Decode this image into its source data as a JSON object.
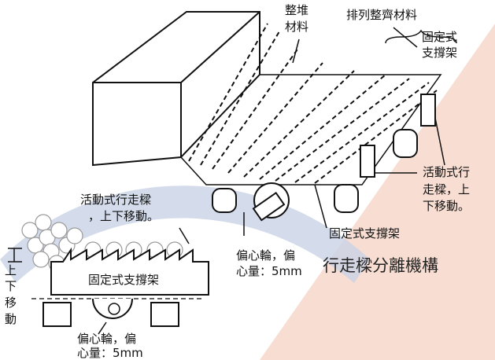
{
  "labels": {
    "bulk_material": [
      "整堆",
      "材料"
    ],
    "aligned_material": "排列整齊材料",
    "fixed_support_top": [
      "固定式",
      "支撐架"
    ],
    "movable_beam_right": [
      "活動式行",
      "走樑，上",
      "下移動。"
    ],
    "fixed_support_mid": "固定式支撐架",
    "title": "行走樑分離機構",
    "eccentric_mid": [
      "偏心輪，偏",
      "心量：5mm"
    ],
    "movable_beam_left": [
      "活動式行走樑",
      "，上下移動。"
    ],
    "fixed_support_box": "固定式支撐架",
    "up_down": [
      "上",
      "下",
      "移",
      "動"
    ],
    "eccentric_bottom": [
      "偏心輪，偏",
      "心量：5mm"
    ]
  },
  "colors": {
    "band": "#c9d3e6",
    "peach": "#f7ddd2",
    "line": "#111111"
  }
}
